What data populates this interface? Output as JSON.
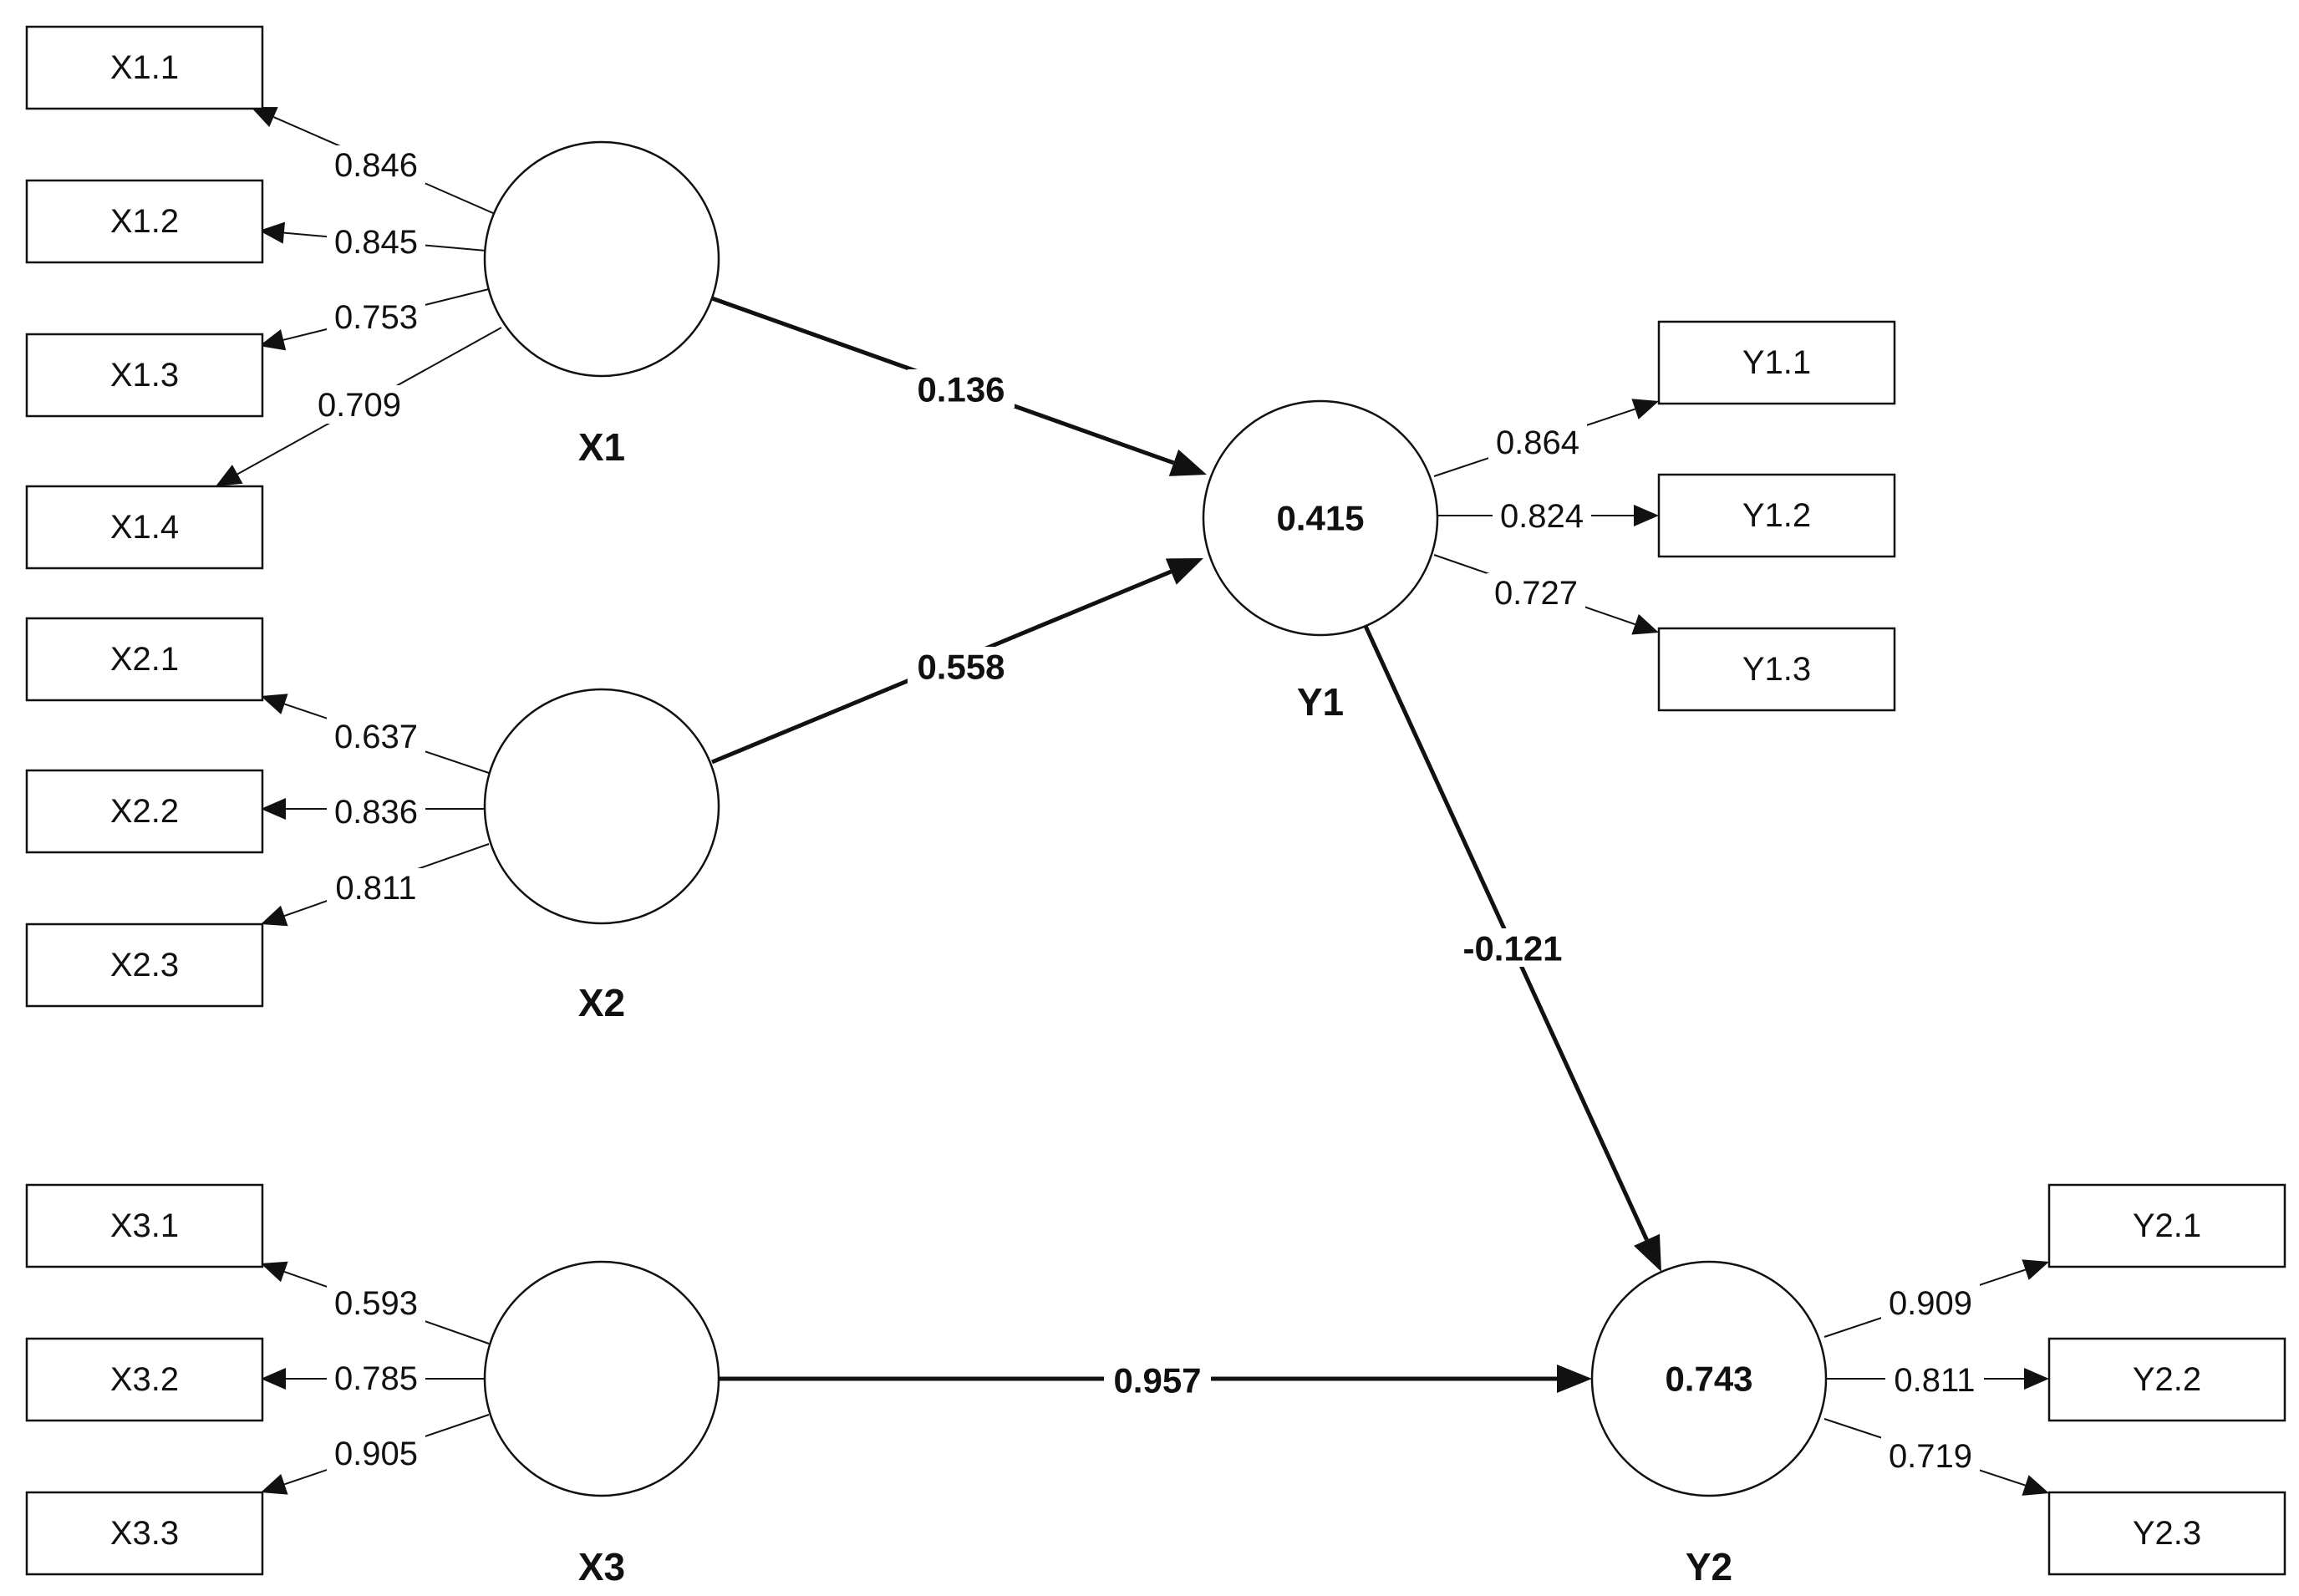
{
  "latent_variables": [
    {
      "id": "X1",
      "label": "X1",
      "r2": ""
    },
    {
      "id": "X2",
      "label": "X2",
      "r2": ""
    },
    {
      "id": "X3",
      "label": "X3",
      "r2": ""
    },
    {
      "id": "Y1",
      "label": "Y1",
      "r2": "0.415"
    },
    {
      "id": "Y2",
      "label": "Y2",
      "r2": "0.743"
    }
  ],
  "indicators": [
    {
      "id": "X1.1",
      "label": "X1.1",
      "lv": "X1",
      "loading": "0.846"
    },
    {
      "id": "X1.2",
      "label": "X1.2",
      "lv": "X1",
      "loading": "0.845"
    },
    {
      "id": "X1.3",
      "label": "X1.3",
      "lv": "X1",
      "loading": "0.753"
    },
    {
      "id": "X1.4",
      "label": "X1.4",
      "lv": "X1",
      "loading": "0.709"
    },
    {
      "id": "X2.1",
      "label": "X2.1",
      "lv": "X2",
      "loading": "0.637"
    },
    {
      "id": "X2.2",
      "label": "X2.2",
      "lv": "X2",
      "loading": "0.836"
    },
    {
      "id": "X2.3",
      "label": "X2.3",
      "lv": "X2",
      "loading": "0.811"
    },
    {
      "id": "X3.1",
      "label": "X3.1",
      "lv": "X3",
      "loading": "0.593"
    },
    {
      "id": "X3.2",
      "label": "X3.2",
      "lv": "X3",
      "loading": "0.785"
    },
    {
      "id": "X3.3",
      "label": "X3.3",
      "lv": "X3",
      "loading": "0.905"
    },
    {
      "id": "Y1.1",
      "label": "Y1.1",
      "lv": "Y1",
      "loading": "0.864"
    },
    {
      "id": "Y1.2",
      "label": "Y1.2",
      "lv": "Y1",
      "loading": "0.824"
    },
    {
      "id": "Y1.3",
      "label": "Y1.3",
      "lv": "Y1",
      "loading": "0.727"
    },
    {
      "id": "Y2.1",
      "label": "Y2.1",
      "lv": "Y2",
      "loading": "0.909"
    },
    {
      "id": "Y2.2",
      "label": "Y2.2",
      "lv": "Y2",
      "loading": "0.811"
    },
    {
      "id": "Y2.3",
      "label": "Y2.3",
      "lv": "Y2",
      "loading": "0.719"
    }
  ],
  "paths": [
    {
      "from": "X1",
      "to": "Y1",
      "coefficient": "0.136"
    },
    {
      "from": "X2",
      "to": "Y1",
      "coefficient": "0.558"
    },
    {
      "from": "Y1",
      "to": "Y2",
      "coefficient": "-0.121"
    },
    {
      "from": "X3",
      "to": "Y2",
      "coefficient": "0.957"
    }
  ],
  "colors": {
    "line": "#111111",
    "box_fill": "#ffffff",
    "background": "#ffffff"
  }
}
